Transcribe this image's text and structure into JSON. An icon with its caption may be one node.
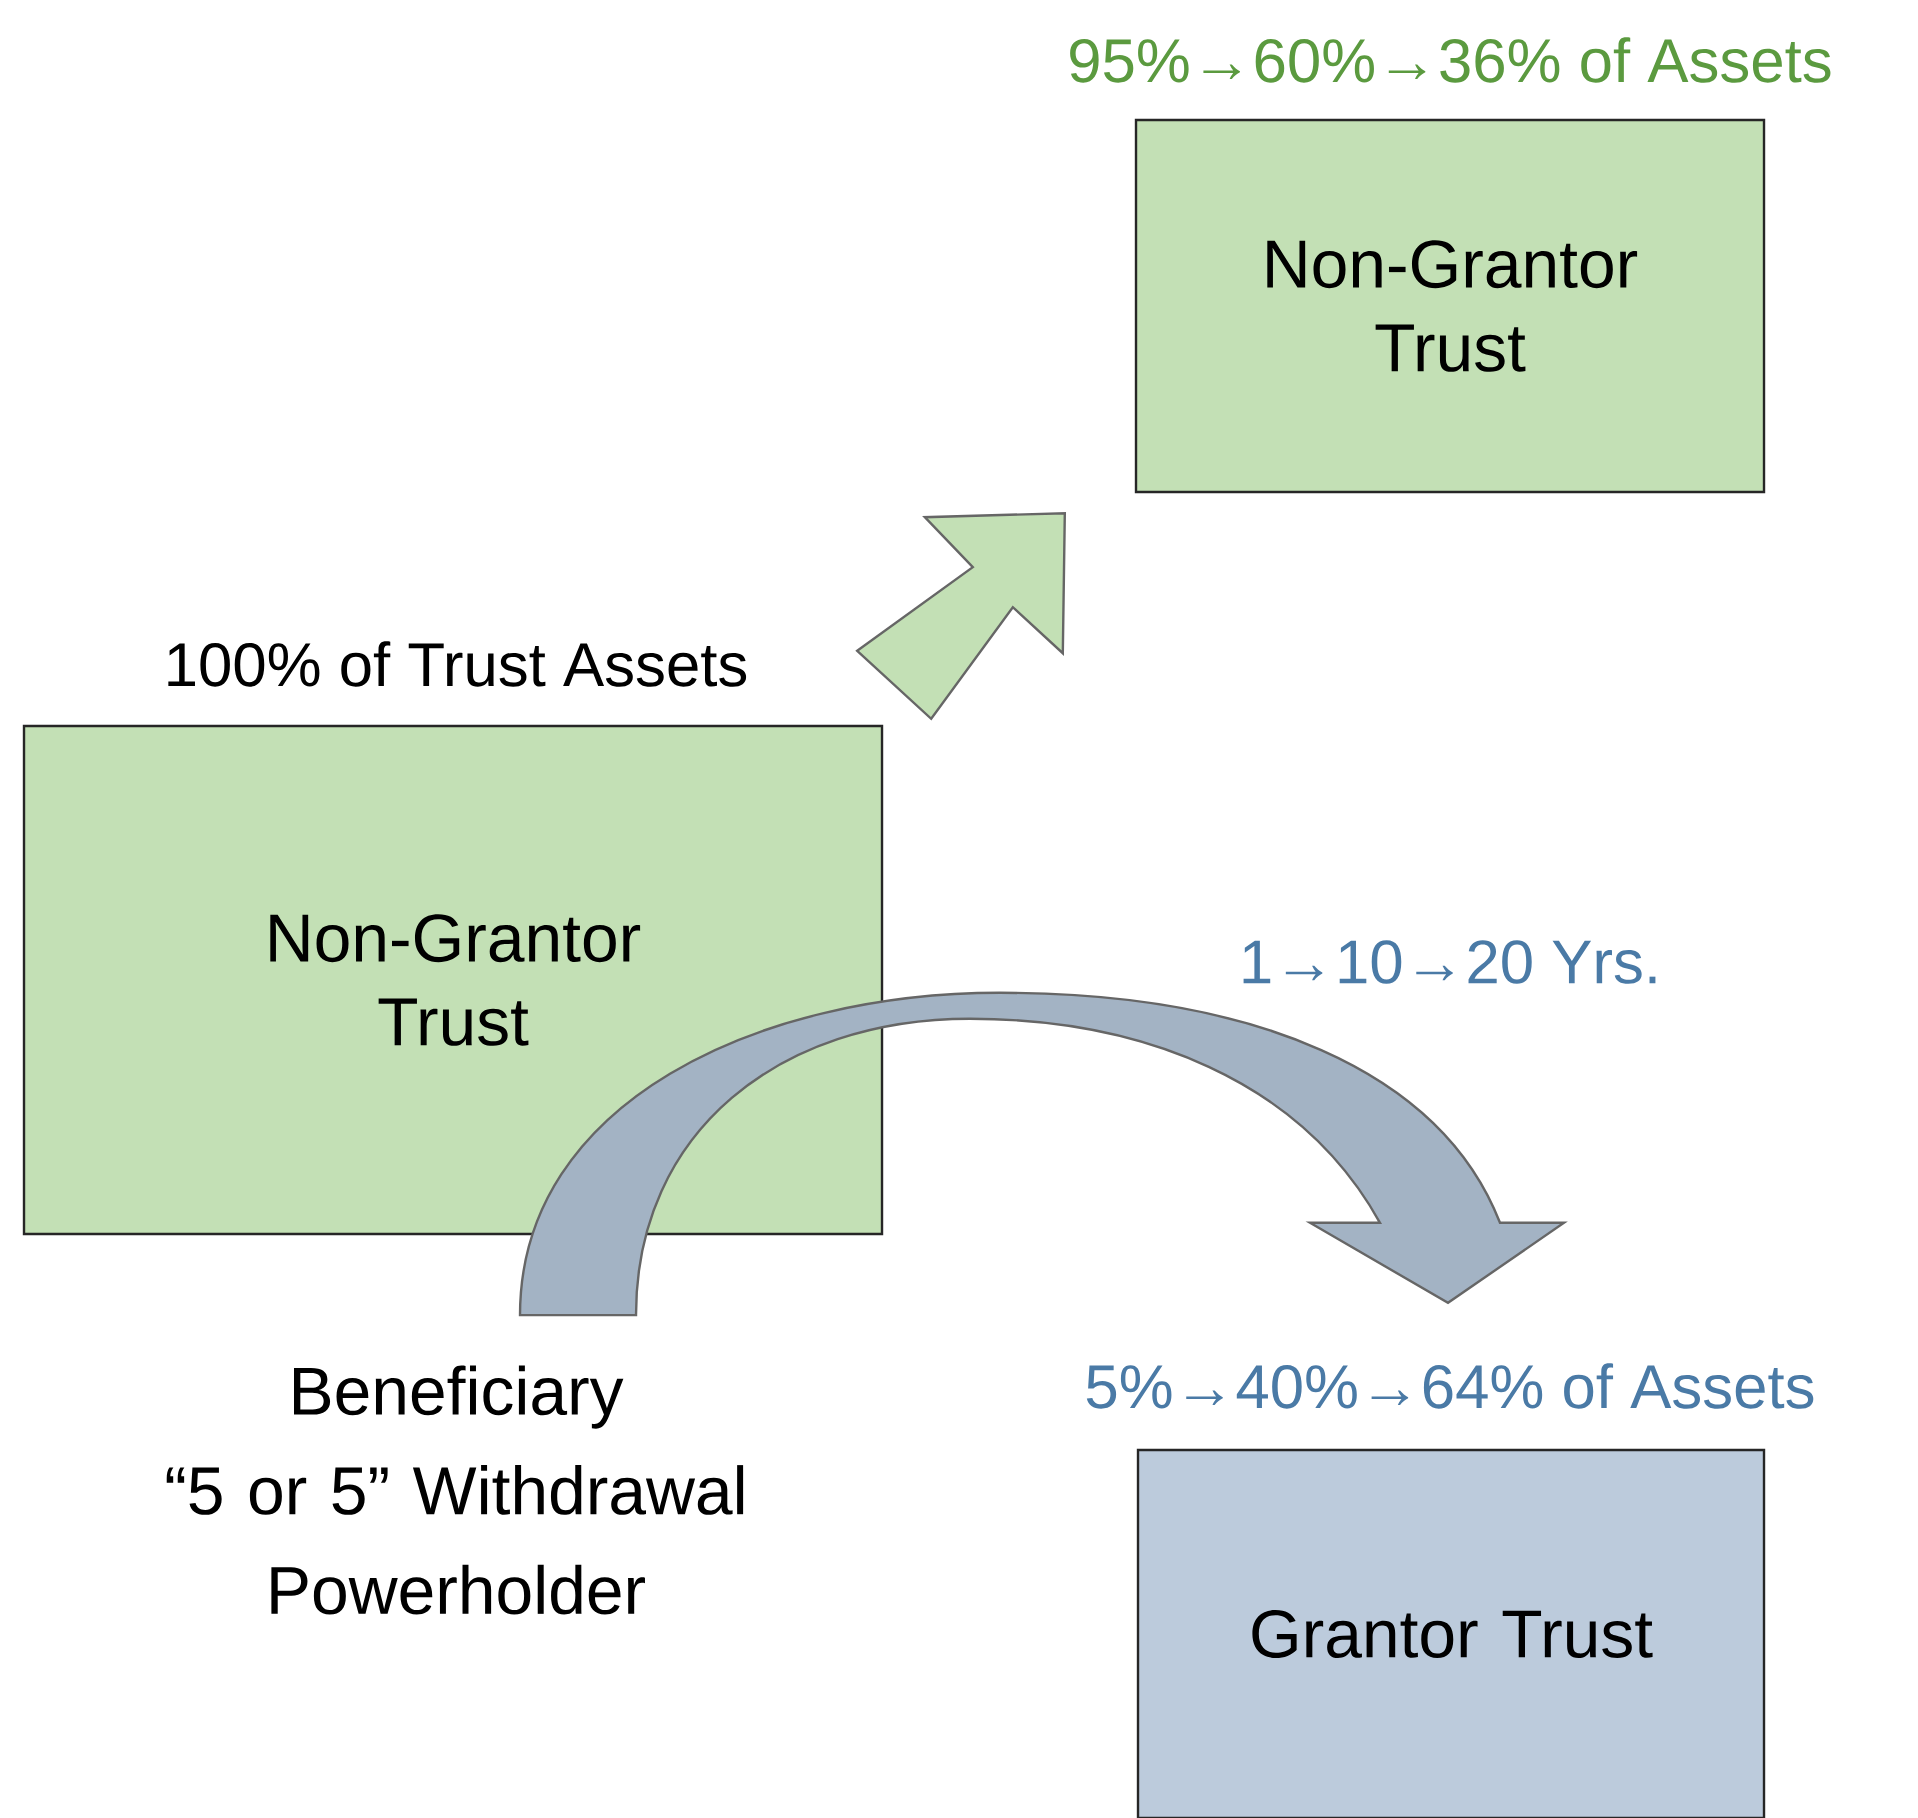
{
  "diagram": {
    "nodes": [
      {
        "text": [
          "Non-Grantor Trust"
        ],
        "beside": [
          "100% of Trust Assets"
        ]
      },
      {
        "text": [
          "Non-Grantor Trust"
        ],
        "beside": [
          "95%→60%→36% of Assets"
        ]
      },
      {
        "text": [
          "Grantor Trust"
        ],
        "beside": [
          "5%→40%→64% of Assets"
        ]
      },
      {
        "text": [
          "Beneficiary",
          "“5 or 5” Withdrawal Powerholder"
        ]
      }
    ],
    "edges": [
      {
        "from": 0,
        "to": 1,
        "arrow": "to",
        "style": "thick",
        "color": "#c3e0b5"
      },
      {
        "from": 3,
        "to": 2,
        "arrow": "to",
        "style": "thick",
        "color": "#a3b3c4",
        "label": "1→10→20 Yrs."
      }
    ]
  }
}
